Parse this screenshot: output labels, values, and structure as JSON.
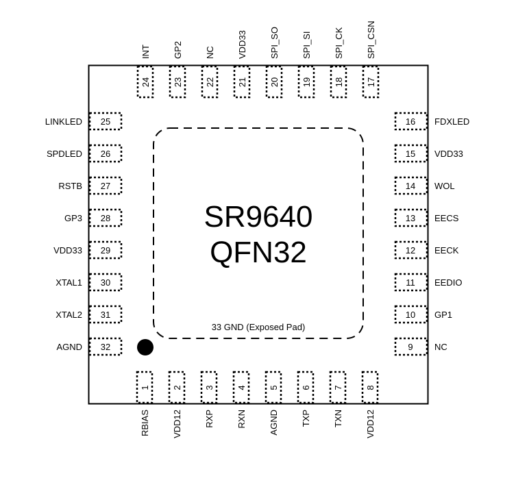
{
  "chip": {
    "name": "SR9640",
    "package": "QFN32",
    "exposed_pad_label": "33 GND (Exposed Pad)"
  },
  "pins": {
    "bottom": [
      {
        "num": "1",
        "name": "RBIAS"
      },
      {
        "num": "2",
        "name": "VDD12"
      },
      {
        "num": "3",
        "name": "RXP"
      },
      {
        "num": "4",
        "name": "RXN"
      },
      {
        "num": "5",
        "name": "AGND"
      },
      {
        "num": "6",
        "name": "TXP"
      },
      {
        "num": "7",
        "name": "TXN"
      },
      {
        "num": "8",
        "name": "VDD12"
      }
    ],
    "right": [
      {
        "num": "9",
        "name": "NC"
      },
      {
        "num": "10",
        "name": "GP1"
      },
      {
        "num": "11",
        "name": "EEDIO"
      },
      {
        "num": "12",
        "name": "EECK"
      },
      {
        "num": "13",
        "name": "EECS"
      },
      {
        "num": "14",
        "name": "WOL"
      },
      {
        "num": "15",
        "name": "VDD33"
      },
      {
        "num": "16",
        "name": "FDXLED"
      }
    ],
    "top": [
      {
        "num": "17",
        "name": "SPI_CSN"
      },
      {
        "num": "18",
        "name": "SPI_CK"
      },
      {
        "num": "19",
        "name": "SPI_SI"
      },
      {
        "num": "20",
        "name": "SPI_SO"
      },
      {
        "num": "21",
        "name": "VDD33"
      },
      {
        "num": "22",
        "name": "NC"
      },
      {
        "num": "23",
        "name": "GP2"
      },
      {
        "num": "24",
        "name": "INT"
      }
    ],
    "left": [
      {
        "num": "25",
        "name": "LINKLED"
      },
      {
        "num": "26",
        "name": "SPDLED"
      },
      {
        "num": "27",
        "name": "RSTB"
      },
      {
        "num": "28",
        "name": "GP3"
      },
      {
        "num": "29",
        "name": "VDD33"
      },
      {
        "num": "30",
        "name": "XTAL1"
      },
      {
        "num": "31",
        "name": "XTAL2"
      },
      {
        "num": "32",
        "name": "AGND"
      }
    ]
  },
  "pin1_marker": "pin1-dot"
}
